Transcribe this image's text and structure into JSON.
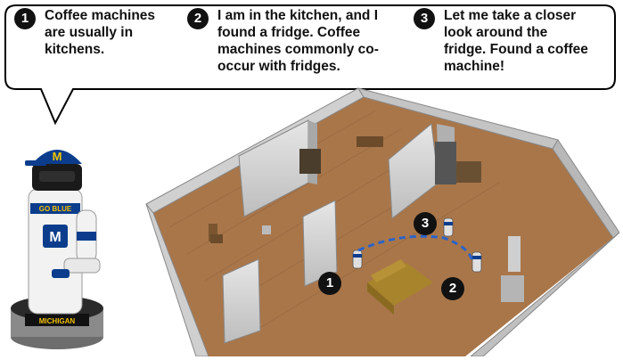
{
  "steps": [
    {
      "number": "1",
      "text": "Coffee machines\nare usually in\nkitchens."
    },
    {
      "number": "2",
      "text": "I am in the kitchen, and I\nfound a fridge. Coffee\nmachines commonly co-\noccur with fridges."
    },
    {
      "number": "3",
      "text": "Let me take a closer\nlook around the\nfridge. Found a coffee\nmachine!"
    }
  ],
  "robot": {
    "cap_letter": "M",
    "shirt_text": "GO BLUE",
    "emblem": "M",
    "base_text": "MICHIGAN"
  },
  "markers": [
    "1",
    "2",
    "3"
  ],
  "colors": {
    "robot_blue": "#0b3d8c",
    "maize": "#f2c200",
    "floor": "#a9764a",
    "wall": "#d9d9d9",
    "path": "#2a63c9"
  }
}
